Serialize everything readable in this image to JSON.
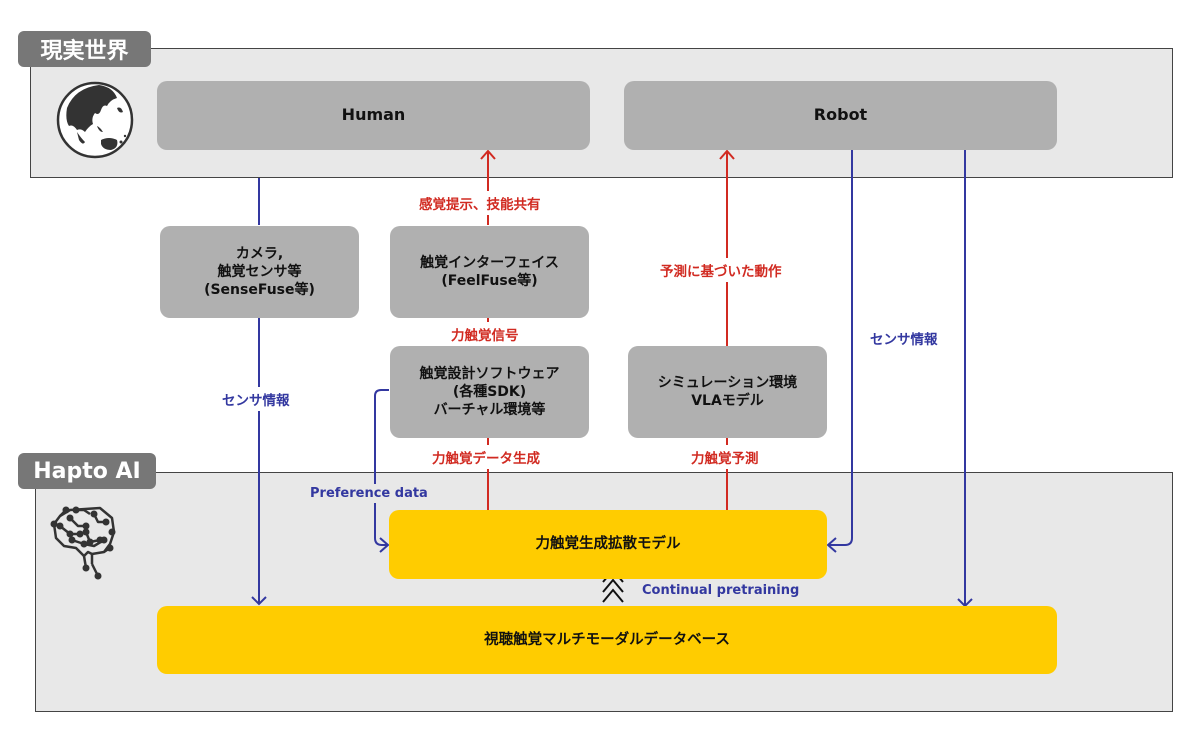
{
  "regions": {
    "real_world": {
      "tag": "現実世界",
      "icon": "globe-icon"
    },
    "hapto_ai": {
      "tag": "Hapto AI",
      "icon": "circuit-brain-icon"
    }
  },
  "nodes": {
    "human": "Human",
    "robot": "Robot",
    "camera": "カメラ,\n触覚センサ等\n(SenseFuse等)",
    "haptic_interface": "触覚インターフェイス\n(FeelFuse等)",
    "haptic_software": "触覚設計ソフトウェア\n(各種SDK)\nバーチャル環境等",
    "simulation": "シミュレーション環境\nVLAモデル",
    "diffusion_model": "力触覚生成拡散モデル",
    "database": "視聴触覚マルチモーダルデータベース"
  },
  "edges": {
    "sensation_sharing": "感覚提示、技能共有",
    "force_signal": "力触覚信号",
    "force_data_generation": "力触覚データ生成",
    "predicted_action": "予測に基づいた動作",
    "force_prediction": "力触覚予測",
    "sensor_info_left": "センサ情報",
    "sensor_info_right": "センサ情報",
    "preference_data": "Preference data",
    "continual_pretraining": "Continual pretraining"
  },
  "colors": {
    "red_flow": "#d12a21",
    "blue_flow": "#3338a0",
    "node_gray": "#b0b0b0",
    "node_yellow": "#ffcc00",
    "region_bg": "#e8e8e8",
    "tag_gray": "#777777"
  }
}
